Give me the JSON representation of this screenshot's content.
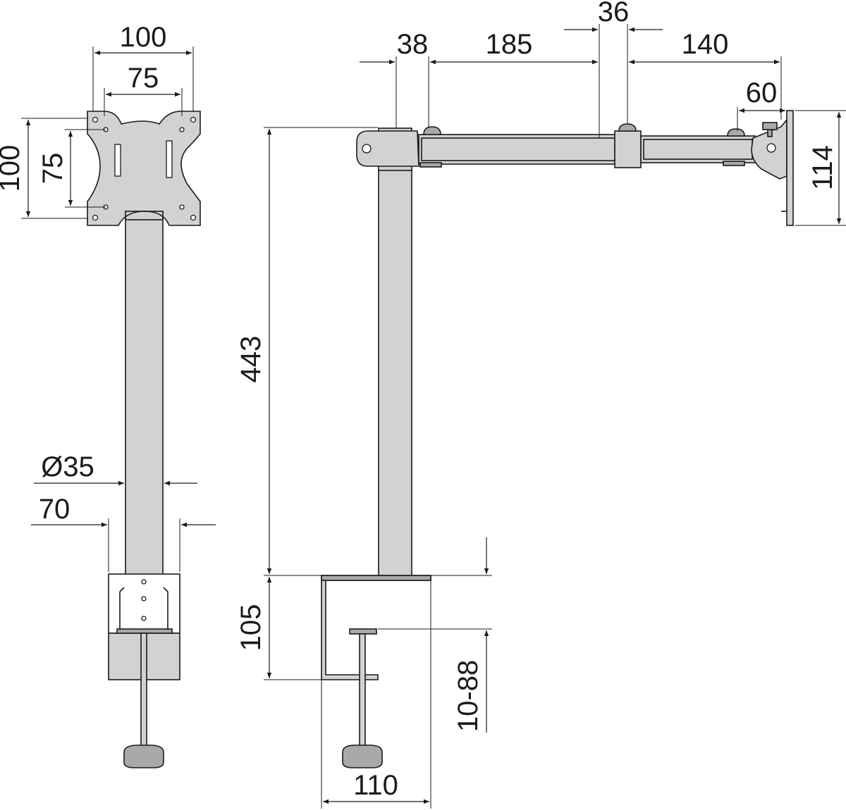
{
  "diagram": {
    "dimensions": {
      "front_width_outer": "100",
      "front_width_inner": "75",
      "front_height_outer": "100",
      "front_height_inner": "75",
      "pole_diameter": "Ø35",
      "clamp_width": "70",
      "arm_seg_a": "38",
      "arm_seg_b": "185",
      "arm_seg_c": "36",
      "arm_seg_d": "140",
      "bracket_depth": "60",
      "bracket_height": "114",
      "pole_height": "443",
      "clamp_height": "105",
      "clamp_range": "10-88",
      "clamp_base_width": "110"
    },
    "colors": {
      "metal": "#d2d2d2",
      "metal_dark": "#a9a9a9",
      "ink": "#1a1a1a",
      "background": "#ffffff"
    }
  }
}
